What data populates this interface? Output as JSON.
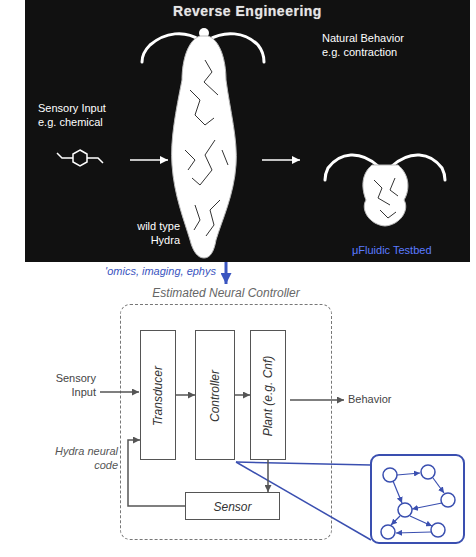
{
  "diagram": {
    "nodes": [
      {
        "text": [
          "Reverse Engineering"
        ]
      },
      {
        "text": [
          "Estimated Neural Controller"
        ]
      },
      {
        "text": [
          "Transducer"
        ],
        "in": 1
      },
      {
        "text": [
          "Controller"
        ],
        "in": 1
      },
      {
        "text": [
          "Plant (e.g. Cnf)"
        ],
        "in": 1
      },
      {
        "text": [
          "Sensor"
        ],
        "in": 1
      }
    ],
    "edges": [
      {
        "from": 0,
        "to": 1,
        "arrow": "to",
        "label": "'omics, imaging, ephys"
      },
      {
        "from": 2,
        "to": 3,
        "arrow": "to"
      },
      {
        "from": 3,
        "to": 4,
        "arrow": "to"
      },
      {
        "from": 4,
        "to": 5,
        "arrow": "to"
      },
      {
        "from": 5,
        "to": 2,
        "arrow": "to"
      }
    ],
    "labels": [
      "Sensory Input e.g. chemical",
      "Natural Behavior e.g. contraction",
      "wild type Hydra",
      "μFluidic Testbed",
      "Sensory Input",
      "Hydra neural code",
      "Behavior"
    ]
  }
}
